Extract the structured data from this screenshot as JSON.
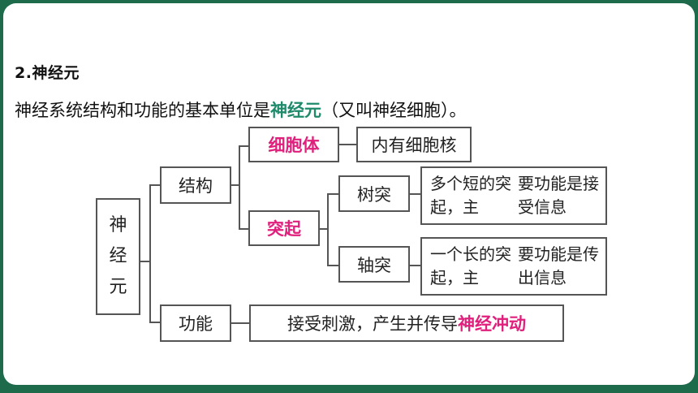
{
  "section_title": "2.神经元",
  "intro": {
    "prefix": "神经系统结构和功能的基本单位是",
    "highlight": "神经元",
    "suffix": "（又叫神经细胞）。"
  },
  "diagram": {
    "root": [
      "神",
      "经",
      "元"
    ],
    "structure": "结构",
    "function": "功能",
    "cell_body": "细胞体",
    "cell_body_desc": "内有细胞核",
    "process": "突起",
    "dendrite": "树突",
    "dendrite_desc": [
      "多个短的突起，主",
      "要功能是接受信息"
    ],
    "axon": "轴突",
    "axon_desc": [
      "一个长的突起，主",
      "要功能是传出信息"
    ],
    "function_desc_prefix": "接受刺激，产生并传导",
    "function_desc_highlight": "神经冲动"
  },
  "colors": {
    "background": "#1e6b4c",
    "title_highlight": "#1f8a6a",
    "term_highlight": "#e0207c"
  }
}
